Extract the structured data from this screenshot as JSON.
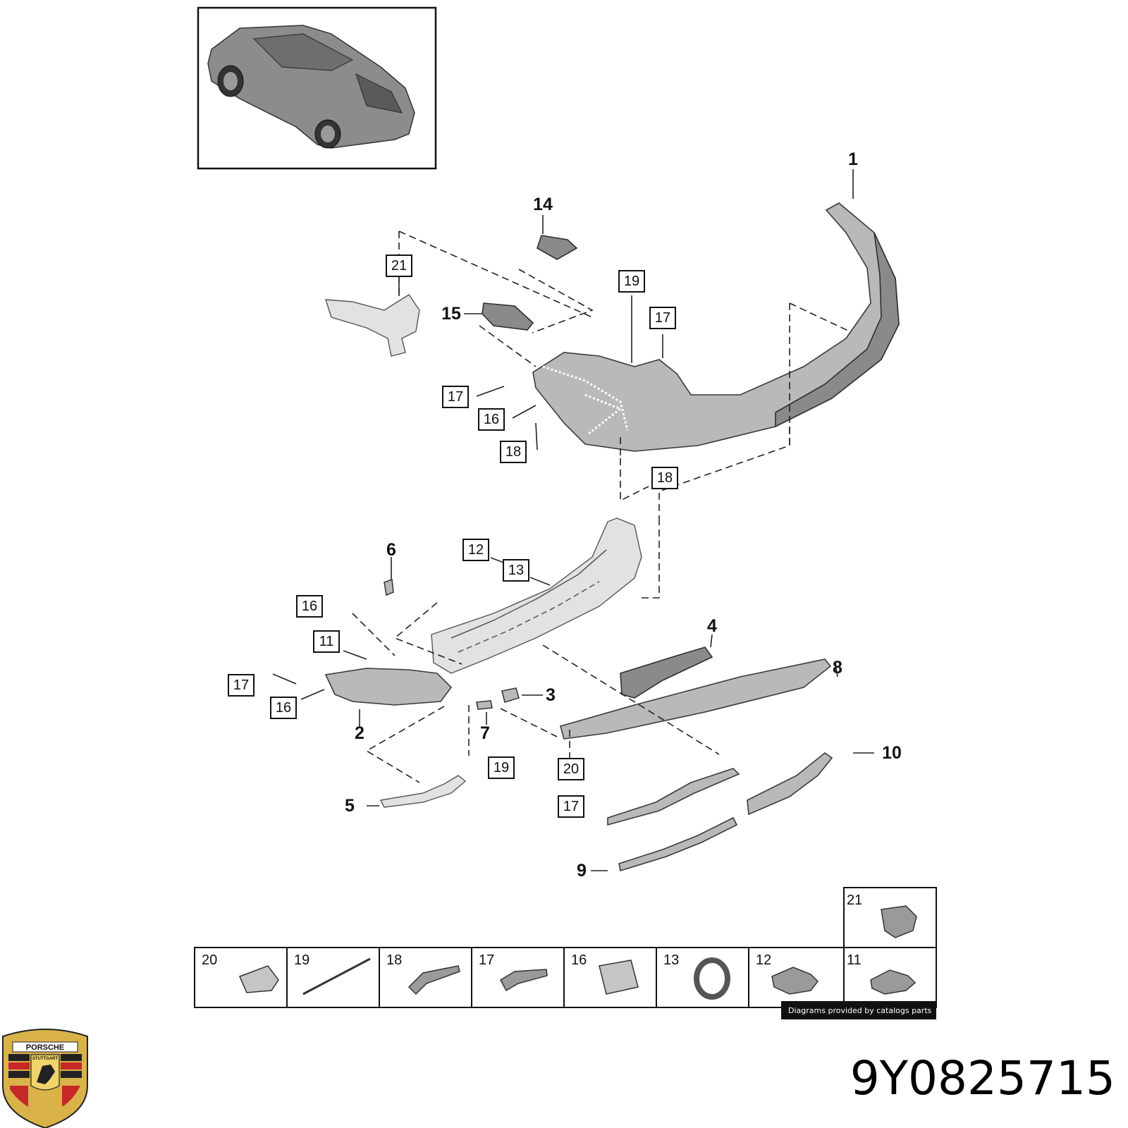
{
  "callouts": [
    {
      "n": "1"
    },
    {
      "n": "14"
    },
    {
      "n": "21"
    },
    {
      "n": "19"
    },
    {
      "n": "15"
    },
    {
      "n": "17"
    },
    {
      "n": "17"
    },
    {
      "n": "16"
    },
    {
      "n": "18"
    },
    {
      "n": "18"
    },
    {
      "n": "12"
    },
    {
      "n": "6"
    },
    {
      "n": "13"
    },
    {
      "n": "16"
    },
    {
      "n": "4"
    },
    {
      "n": "11"
    },
    {
      "n": "8"
    },
    {
      "n": "17"
    },
    {
      "n": "3"
    },
    {
      "n": "16"
    },
    {
      "n": "2"
    },
    {
      "n": "7"
    },
    {
      "n": "10"
    },
    {
      "n": "19"
    },
    {
      "n": "20"
    },
    {
      "n": "5"
    },
    {
      "n": "17"
    },
    {
      "n": "9"
    }
  ],
  "legend": {
    "cells": [
      "20",
      "19",
      "18",
      "17",
      "16",
      "13",
      "12",
      "11"
    ],
    "top_cell": "21"
  },
  "credit": "Diagrams provided by catalogs parts",
  "part_number": "9Y0825715",
  "logo": {
    "top_text": "PORSCHE",
    "center_text": "STUTTGART"
  }
}
